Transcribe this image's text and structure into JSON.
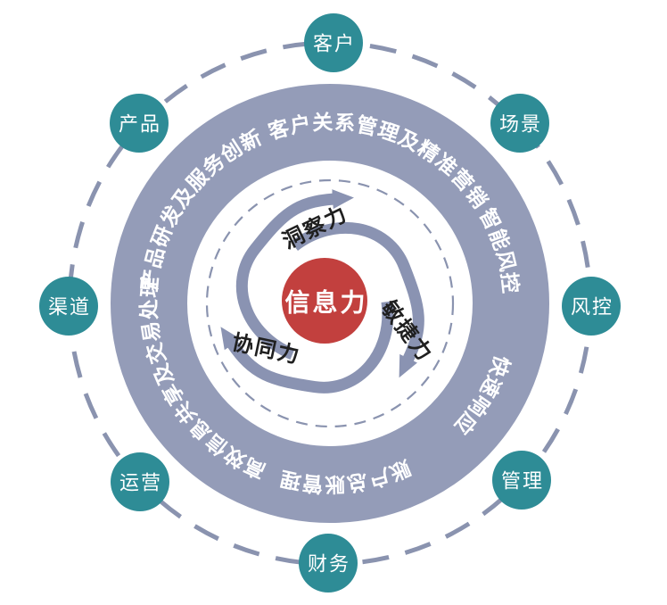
{
  "diagram": {
    "title": "信息力能力环图",
    "colors": {
      "node": "#2E8C96",
      "ring": "#949CB8",
      "arrow": "#8A93B2",
      "dashed": "#8A93AF",
      "center": "#C2403E"
    },
    "center": {
      "label": "信息力"
    },
    "inner_forces": [
      {
        "label": "洞察力"
      },
      {
        "label": "敏捷力"
      },
      {
        "label": "协同力"
      }
    ],
    "ring": {
      "segments": [
        {
          "label": "客户关系管理及精准营销"
        },
        {
          "label": "智能风控"
        },
        {
          "label": "快速响应"
        },
        {
          "label": "账户总账管理"
        },
        {
          "label": "高效信息共享及交易处理"
        },
        {
          "label": "产品研发及服务创新"
        }
      ]
    },
    "outer_nodes": [
      {
        "label": "客户"
      },
      {
        "label": "场景"
      },
      {
        "label": "风控"
      },
      {
        "label": "管理"
      },
      {
        "label": "财务"
      },
      {
        "label": "运营"
      },
      {
        "label": "渠道"
      },
      {
        "label": "产品"
      }
    ]
  }
}
